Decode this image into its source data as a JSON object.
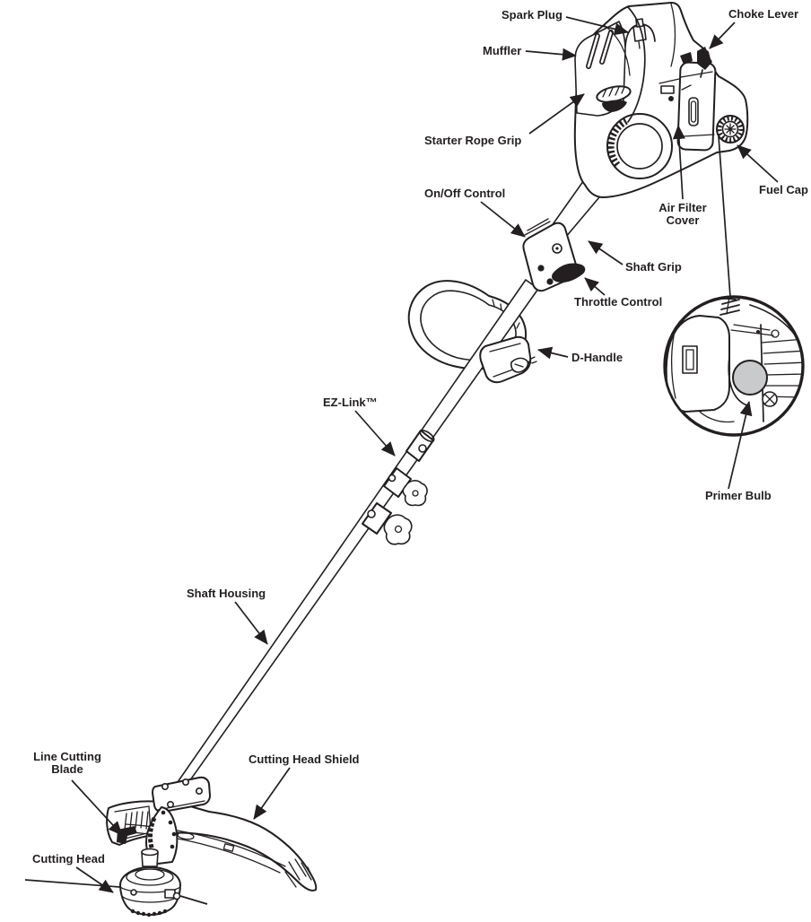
{
  "diagram": {
    "type": "labeled-parts-diagram",
    "subject": "Gas line trimmer (string trimmer) parts identification",
    "labels": {
      "spark_plug": "Spark Plug",
      "choke_lever": "Choke Lever",
      "muffler": "Muffler",
      "starter_rope_grip": "Starter Rope Grip",
      "on_off_control": "On/Off Control",
      "air_filter_cover": "Air Filter Cover",
      "fuel_cap": "Fuel Cap",
      "shaft_grip": "Shaft Grip",
      "throttle_control": "Throttle Control",
      "d_handle": "D-Handle",
      "ez_link": "EZ-Link™",
      "primer_bulb": "Primer Bulb",
      "shaft_housing": "Shaft Housing",
      "line_cutting_blade": "Line Cutting Blade",
      "cutting_head_shield": "Cutting Head Shield",
      "cutting_head": "Cutting Head"
    }
  },
  "colors": {
    "ink": "#231f20",
    "background": "#ffffff",
    "primer_bulb_fill": "#c9cacc"
  }
}
